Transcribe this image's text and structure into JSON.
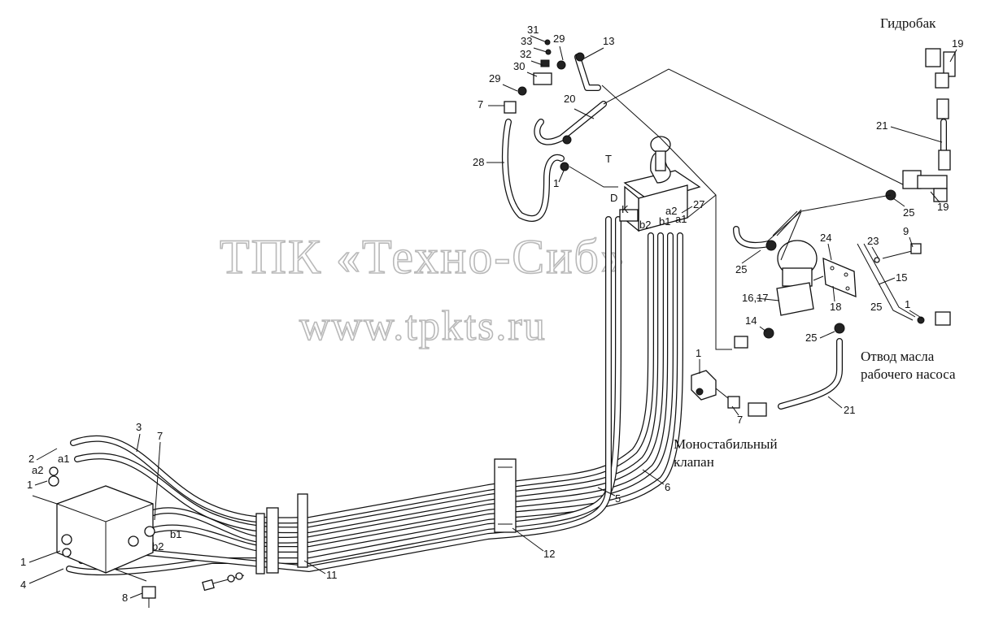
{
  "captions": {
    "tank": "Гидробак",
    "pump_oil": [
      "Отвод масла",
      "рабочего насоса"
    ],
    "valve": [
      "Моностабильный",
      "клапан"
    ]
  },
  "watermark": {
    "line1": "ТПК «Техно-Сиб»",
    "line2": "www.tpkts.ru"
  },
  "callouts": [
    "31",
    "33",
    "32",
    "30",
    "29",
    "13",
    "29",
    "7",
    "20",
    "28",
    "T",
    "1",
    "D",
    "K",
    "a2",
    "a1",
    "b2",
    "b1",
    "27",
    "19",
    "21",
    "19",
    "25",
    "25",
    "14",
    "24",
    "23",
    "9",
    "15",
    "16,17",
    "18",
    "25",
    "25",
    "1",
    "1",
    "21",
    "7",
    "3",
    "7",
    "2",
    "a1",
    "a2",
    "1",
    "b1",
    "b2",
    "1",
    "4",
    "8",
    "11",
    "12",
    "5",
    "6"
  ],
  "port_labels": {
    "a": "a",
    "b": "b",
    "sub1": "1",
    "sub2": "2"
  }
}
